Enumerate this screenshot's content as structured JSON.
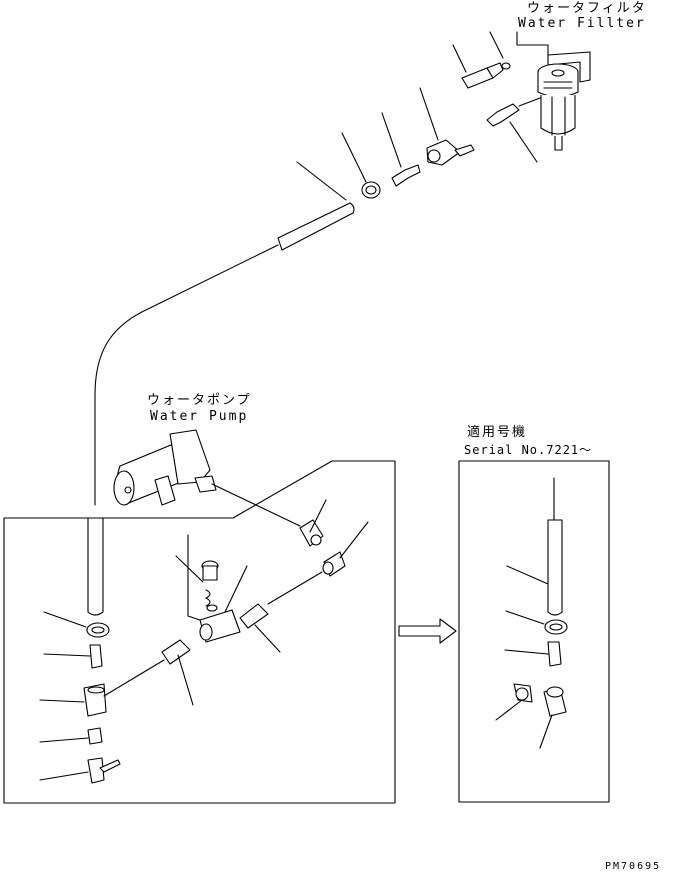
{
  "labels": {
    "water_filter_jp": "ウォータフィルタ",
    "water_filter_en": "Water Fillter",
    "water_pump_jp": "ウォータポンプ",
    "water_pump_en": "Water Pump",
    "applicable_serial_jp": "適用号機",
    "applicable_serial_en": "Serial No.7221～",
    "drawing_number": "PM70695"
  }
}
